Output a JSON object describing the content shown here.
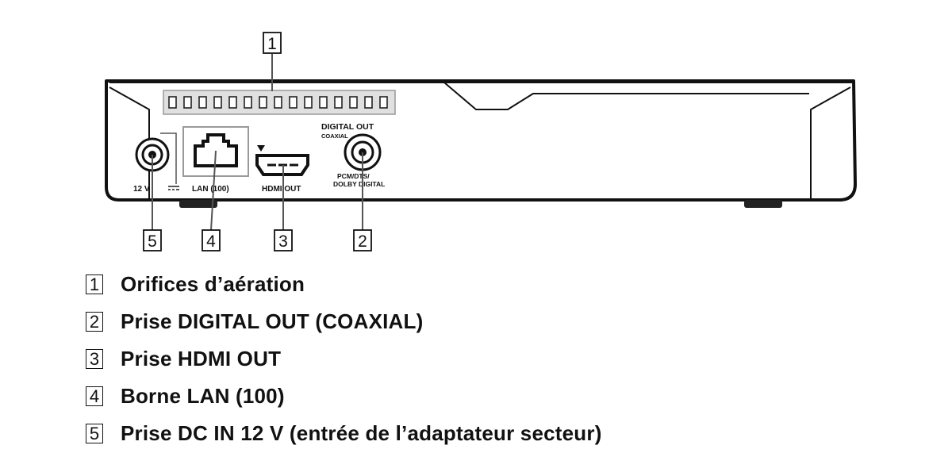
{
  "callouts": [
    "1",
    "2",
    "3",
    "4",
    "5"
  ],
  "device_labels": {
    "digital_out": "DIGITAL OUT",
    "coaxial": "COAXIAL",
    "pcm_dts": "PCM/DTS/",
    "dolby_digital": "DOLBY DIGITAL",
    "hdmi_out": "HDMI OUT",
    "lan": "LAN (100)",
    "dc_voltage": "12 V"
  },
  "legend": [
    {
      "num": "1",
      "text": "Orifices d’aération"
    },
    {
      "num": "2",
      "text": "Prise DIGITAL OUT (COAXIAL)"
    },
    {
      "num": "3",
      "text": "Prise HDMI OUT"
    },
    {
      "num": "4",
      "text": "Borne LAN (100)"
    },
    {
      "num": "5",
      "text": "Prise DC IN 12 V (entrée de l’adaptateur secteur)"
    }
  ]
}
